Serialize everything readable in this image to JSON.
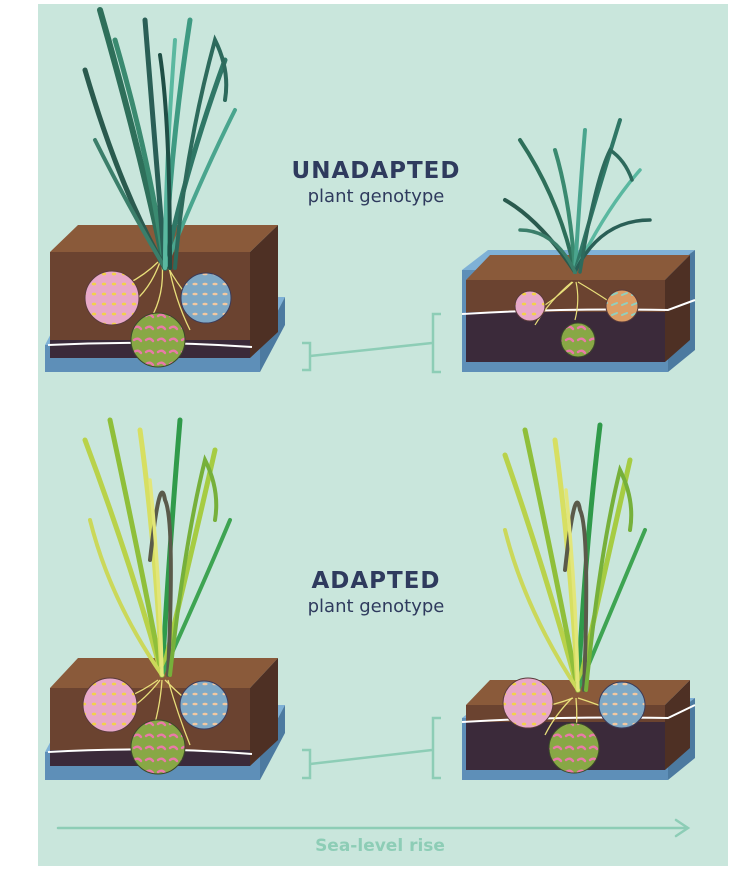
{
  "rows": [
    {
      "id": "unadapted",
      "heading": "UNADAPTED",
      "subheading": "plant genotype"
    },
    {
      "id": "adapted",
      "heading": "ADAPTED",
      "subheading": "plant genotype"
    }
  ],
  "axis": {
    "label": "Sea-level rise"
  },
  "colors": {
    "background": "#c9e6dc",
    "heading_text": "#2f3b5e",
    "axis": "#8dcdb6",
    "soil_top": "#8a5a3a",
    "soil_front": "#6b4330",
    "soil_side": "#4d2f22",
    "sediment": "#3a2a3a",
    "water": "#7fb0d8",
    "unadapted_leaf": "#2f7d6b",
    "adapted_leaf": "#9dc43a",
    "microbe_pink": "#e6a6c8",
    "microbe_blue": "#7fa8c8",
    "microbe_green": "#8aa844",
    "microbe_orange": "#e0a060"
  }
}
